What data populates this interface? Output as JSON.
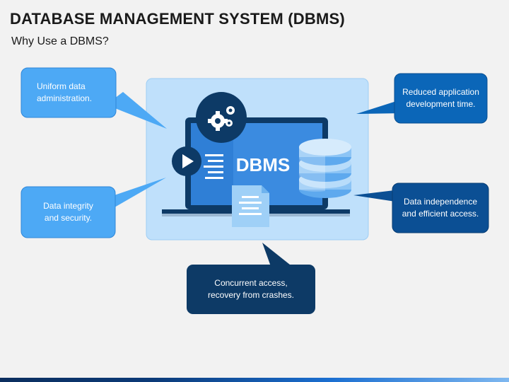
{
  "slide": {
    "title": "DATABASE MANAGEMENT SYSTEM (DBMS)",
    "subtitle": "Why Use a DBMS?"
  },
  "center": {
    "screen_label": "DBMS"
  },
  "callouts": {
    "top_left": "Uniform data\nadministration.",
    "mid_left": "Data integrity\nand security.",
    "top_right": "Reduced application\ndevelopment  time.",
    "mid_right": "Data independence\nand efficient access.",
    "bottom": "Concurrent access,\nrecovery from crashes."
  },
  "colors": {
    "light_blue": "#4da9f5",
    "medium_blue": "#0b66b8",
    "dark_navy": "#0d3a66",
    "panel": "#bfe0fb",
    "screen": "#3b8be0"
  },
  "icons": [
    "gears-icon",
    "play-icon",
    "document-icon",
    "database-icon",
    "laptop-icon"
  ]
}
